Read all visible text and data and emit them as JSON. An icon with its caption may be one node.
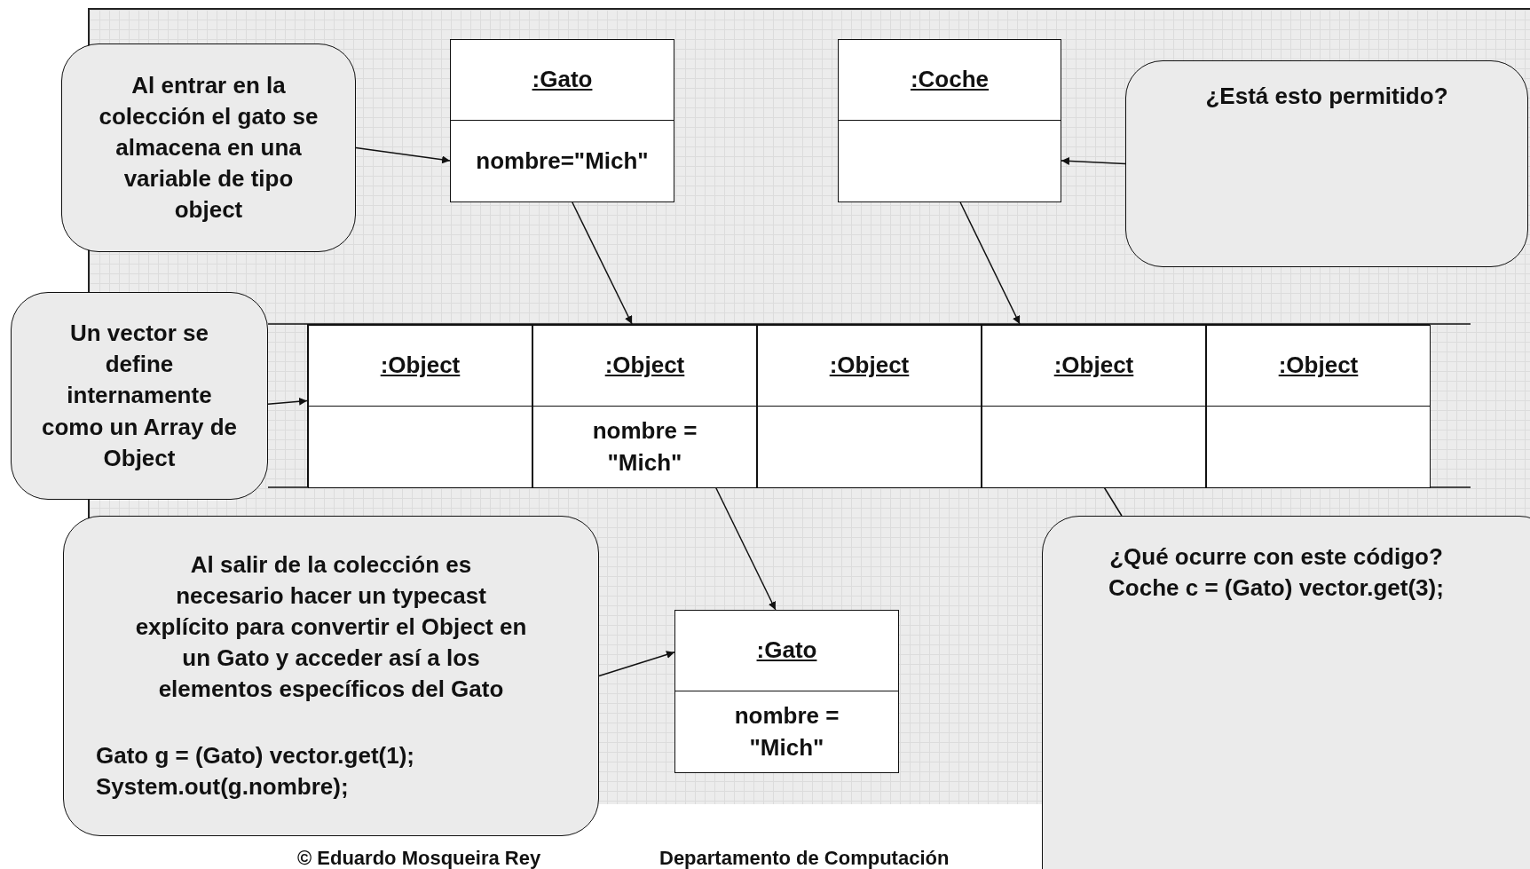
{
  "diagram": {
    "nodes": [
      {
        "text": [
          "Al entrar en la colección el gato se almacena en una variable de tipo object"
        ]
      },
      {
        "text": [
          ":Gato",
          "nombre=\"Mich\""
        ]
      },
      {
        "text": [
          ":Coche"
        ]
      },
      {
        "text": [
          "¿Está esto permitido?"
        ]
      },
      {
        "text": [
          "Un vector se define internamente como un Array de Object"
        ]
      },
      {
        "text": [],
        "shape": "box"
      },
      {
        "text": [
          ":Object"
        ],
        "in": 5
      },
      {
        "text": [
          ":Object",
          "nombre = \"Mich\""
        ],
        "in": 5
      },
      {
        "text": [
          ":Object"
        ],
        "in": 5
      },
      {
        "text": [
          ":Object"
        ],
        "in": 5
      },
      {
        "text": [
          ":Object"
        ],
        "in": 5
      },
      {
        "text": [
          "Al salir de la colección es necesario hacer un typecast explícito para convertir el Object en un Gato y acceder así a los elementos específicos del Gato",
          "Gato g = (Gato) vector.get(1); System.out(g.nombre);"
        ]
      },
      {
        "text": [
          ":Gato",
          "nombre = \"Mich\""
        ]
      },
      {
        "text": [
          "¿Qué ocurre con este código?",
          "Coche c = (Gato) vector.get(3);"
        ]
      }
    ],
    "edges": [
      {
        "from": 0,
        "to": 1,
        "arrow": "to"
      },
      {
        "from": 1,
        "to": 7,
        "arrow": "to"
      },
      {
        "from": 2,
        "to": 9,
        "arrow": "to"
      },
      {
        "from": 3,
        "to": 2,
        "arrow": "to"
      },
      {
        "from": 4,
        "to": 5,
        "arrow": "to"
      },
      {
        "from": 7,
        "to": 12,
        "arrow": "to"
      },
      {
        "from": 11,
        "to": 12,
        "arrow": "to"
      },
      {
        "from": 13,
        "to": 9,
        "arrow": "none"
      }
    ],
    "labels": [
      "© Eduardo Mosqueira Rey",
      "Departamento de Computación"
    ]
  }
}
